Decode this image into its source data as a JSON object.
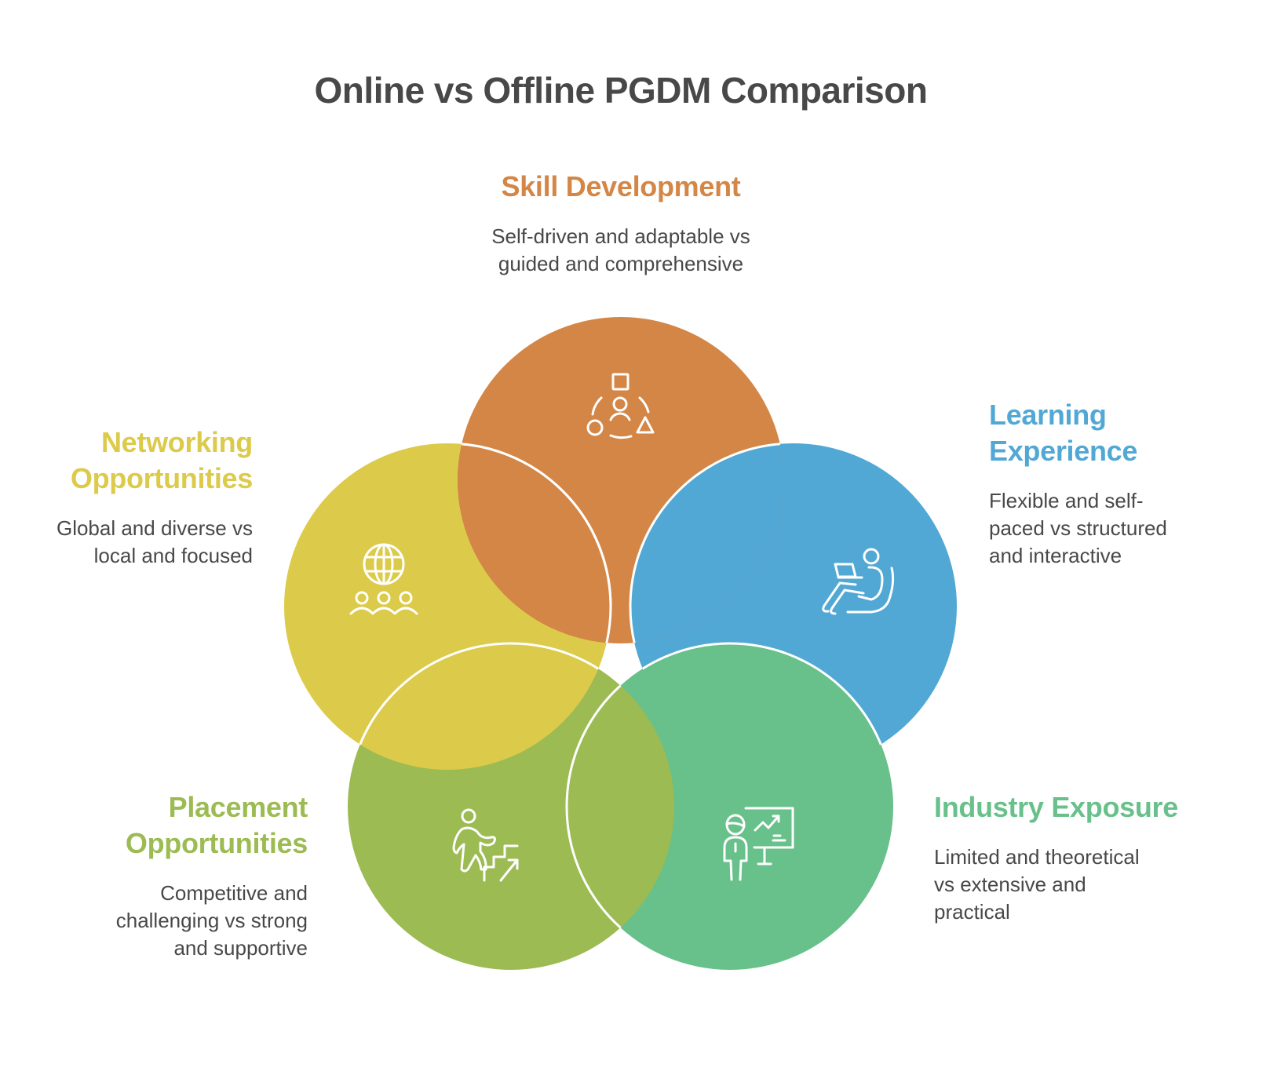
{
  "title": "Online vs Offline PGDM Comparison",
  "colors": {
    "skill": "#D38646",
    "networking": "#DCCA4A",
    "learning": "#52A8D5",
    "placement": "#9CBB53",
    "industry": "#68C08A",
    "text": "#484848",
    "outline": "#ffffff"
  },
  "items": [
    {
      "id": "skill-development",
      "heading": "Skill Development",
      "description_lines": [
        "Self-driven and adaptable vs",
        "guided and comprehensive"
      ],
      "icon": "people-shapes-icon"
    },
    {
      "id": "networking-opportunities",
      "heading_lines": [
        "Networking",
        "Opportunities"
      ],
      "description_lines": [
        "Global and diverse vs",
        "local and focused"
      ],
      "icon": "globe-group-icon"
    },
    {
      "id": "learning-experience",
      "heading_lines": [
        "Learning",
        "Experience"
      ],
      "description_lines": [
        "Flexible and self-",
        "paced vs structured",
        "and interactive"
      ],
      "icon": "person-laptop-icon"
    },
    {
      "id": "placement-opportunities",
      "heading_lines": [
        "Placement",
        "Opportunities"
      ],
      "description_lines": [
        "Competitive and",
        "challenging vs strong",
        "and supportive"
      ],
      "icon": "person-climbing-stairs-icon"
    },
    {
      "id": "industry-exposure",
      "heading": "Industry Exposure",
      "description_lines": [
        "Limited and theoretical",
        "vs extensive and",
        "practical"
      ],
      "icon": "presenter-chart-icon"
    }
  ]
}
